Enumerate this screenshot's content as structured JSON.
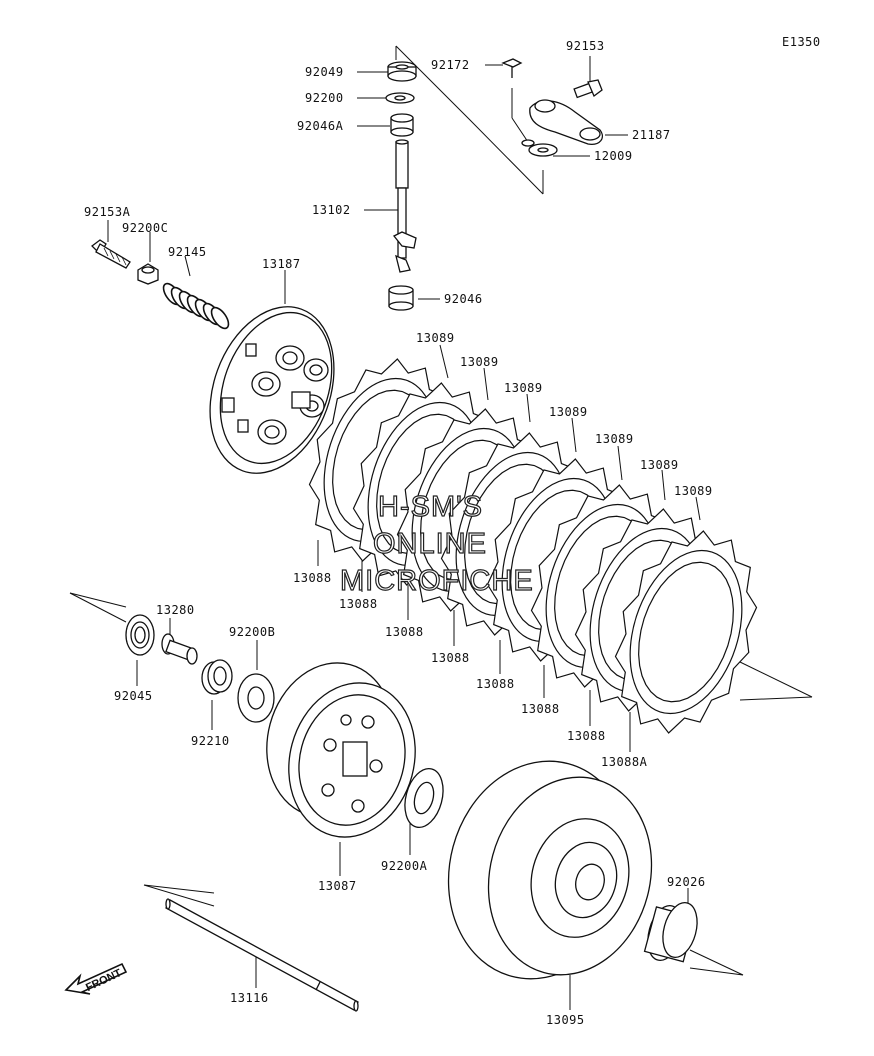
{
  "diagram_code": "E1350",
  "watermark": [
    "H-SM'S",
    "ONLINE",
    "MICROFICHE"
  ],
  "front_label": "FRONT",
  "parts": {
    "p92049": "92049",
    "p92200": "92200",
    "p92046A": "92046A",
    "p13102": "13102",
    "p92046": "92046",
    "p92172": "92172",
    "p92153": "92153",
    "p21187": "21187",
    "p12009": "12009",
    "p92153A": "92153A",
    "p92200C": "92200C",
    "p92145": "92145",
    "p13187": "13187",
    "p13089_1": "13089",
    "p13089_2": "13089",
    "p13089_3": "13089",
    "p13089_4": "13089",
    "p13089_5": "13089",
    "p13089_6": "13089",
    "p13089_7": "13089",
    "p13088_1": "13088",
    "p13088_2": "13088",
    "p13088_3": "13088",
    "p13088_4": "13088",
    "p13088_5": "13088",
    "p13088_6": "13088",
    "p13088_7": "13088",
    "p13088A": "13088A",
    "p13280": "13280",
    "p92200B": "92200B",
    "p92045": "92045",
    "p92210": "92210",
    "p13087": "13087",
    "p92200A": "92200A",
    "p92026": "92026",
    "p13116": "13116",
    "p13095": "13095"
  }
}
